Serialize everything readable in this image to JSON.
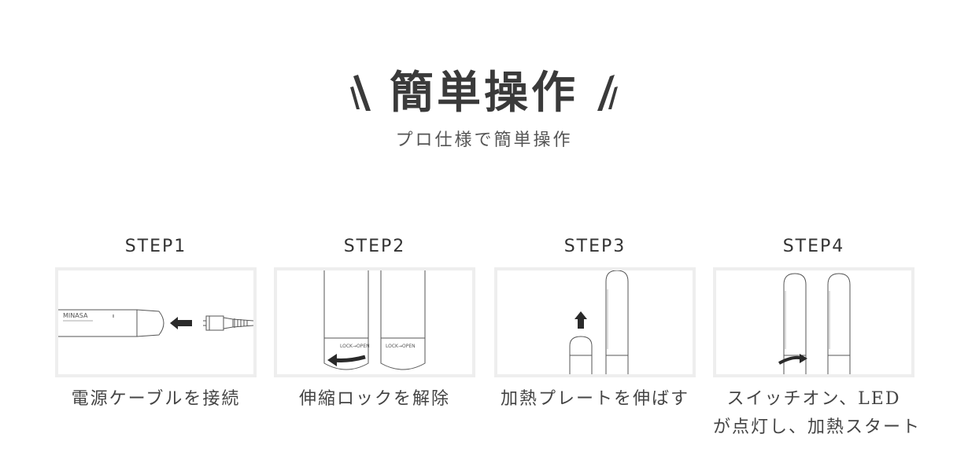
{
  "hero": {
    "title": "簡単操作",
    "subtitle": "プロ仕様で簡単操作"
  },
  "steps": [
    {
      "label": "STEP1",
      "caption_lines": [
        "電源ケーブルを接続"
      ],
      "brand": "MINASA"
    },
    {
      "label": "STEP2",
      "caption_lines": [
        "伸縮ロックを解除"
      ],
      "lock_text": "LOCK→OPEN"
    },
    {
      "label": "STEP3",
      "caption_lines": [
        "加熱プレートを伸ばす"
      ]
    },
    {
      "label": "STEP4",
      "caption_lines": [
        "スイッチオン、LED",
        "が点灯し、加熱スタート"
      ]
    }
  ],
  "colors": {
    "text": "#333333",
    "frame_border": "#eeeeee",
    "line_art": "#555555"
  },
  "icons": [
    "slash-left-icon",
    "slash-right-icon",
    "arrow-left-icon",
    "arrow-up-icon",
    "rotate-arrow-icon"
  ]
}
